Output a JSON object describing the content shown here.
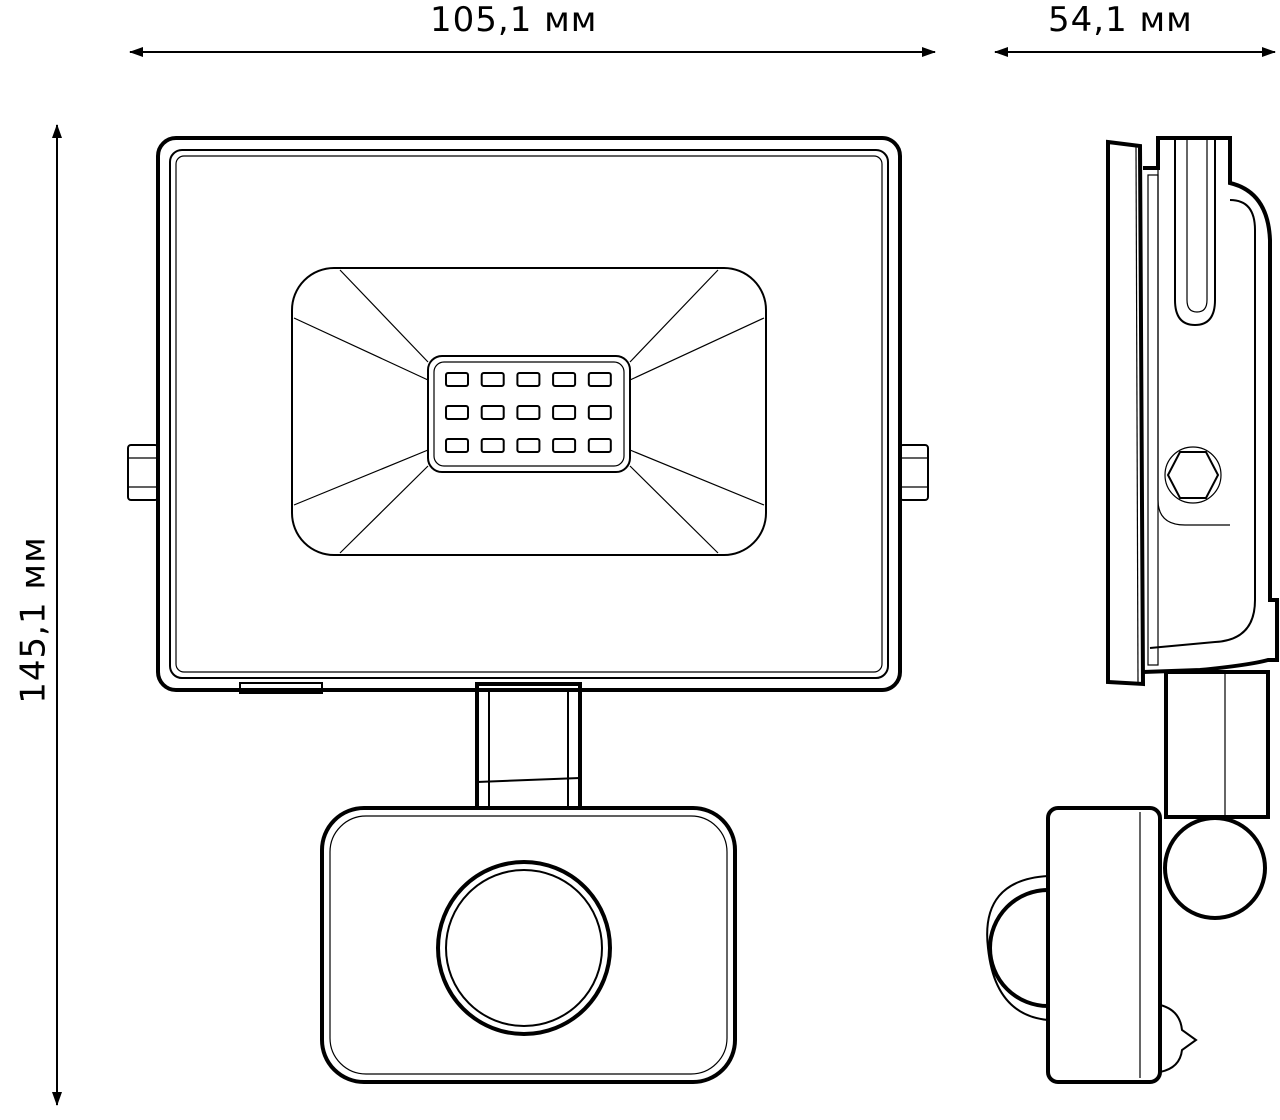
{
  "dimensions": {
    "width": "105,1 мм",
    "depth": "54,1 мм",
    "height": "145,1 мм"
  },
  "led_grid": {
    "rows": 3,
    "cols": 5
  }
}
